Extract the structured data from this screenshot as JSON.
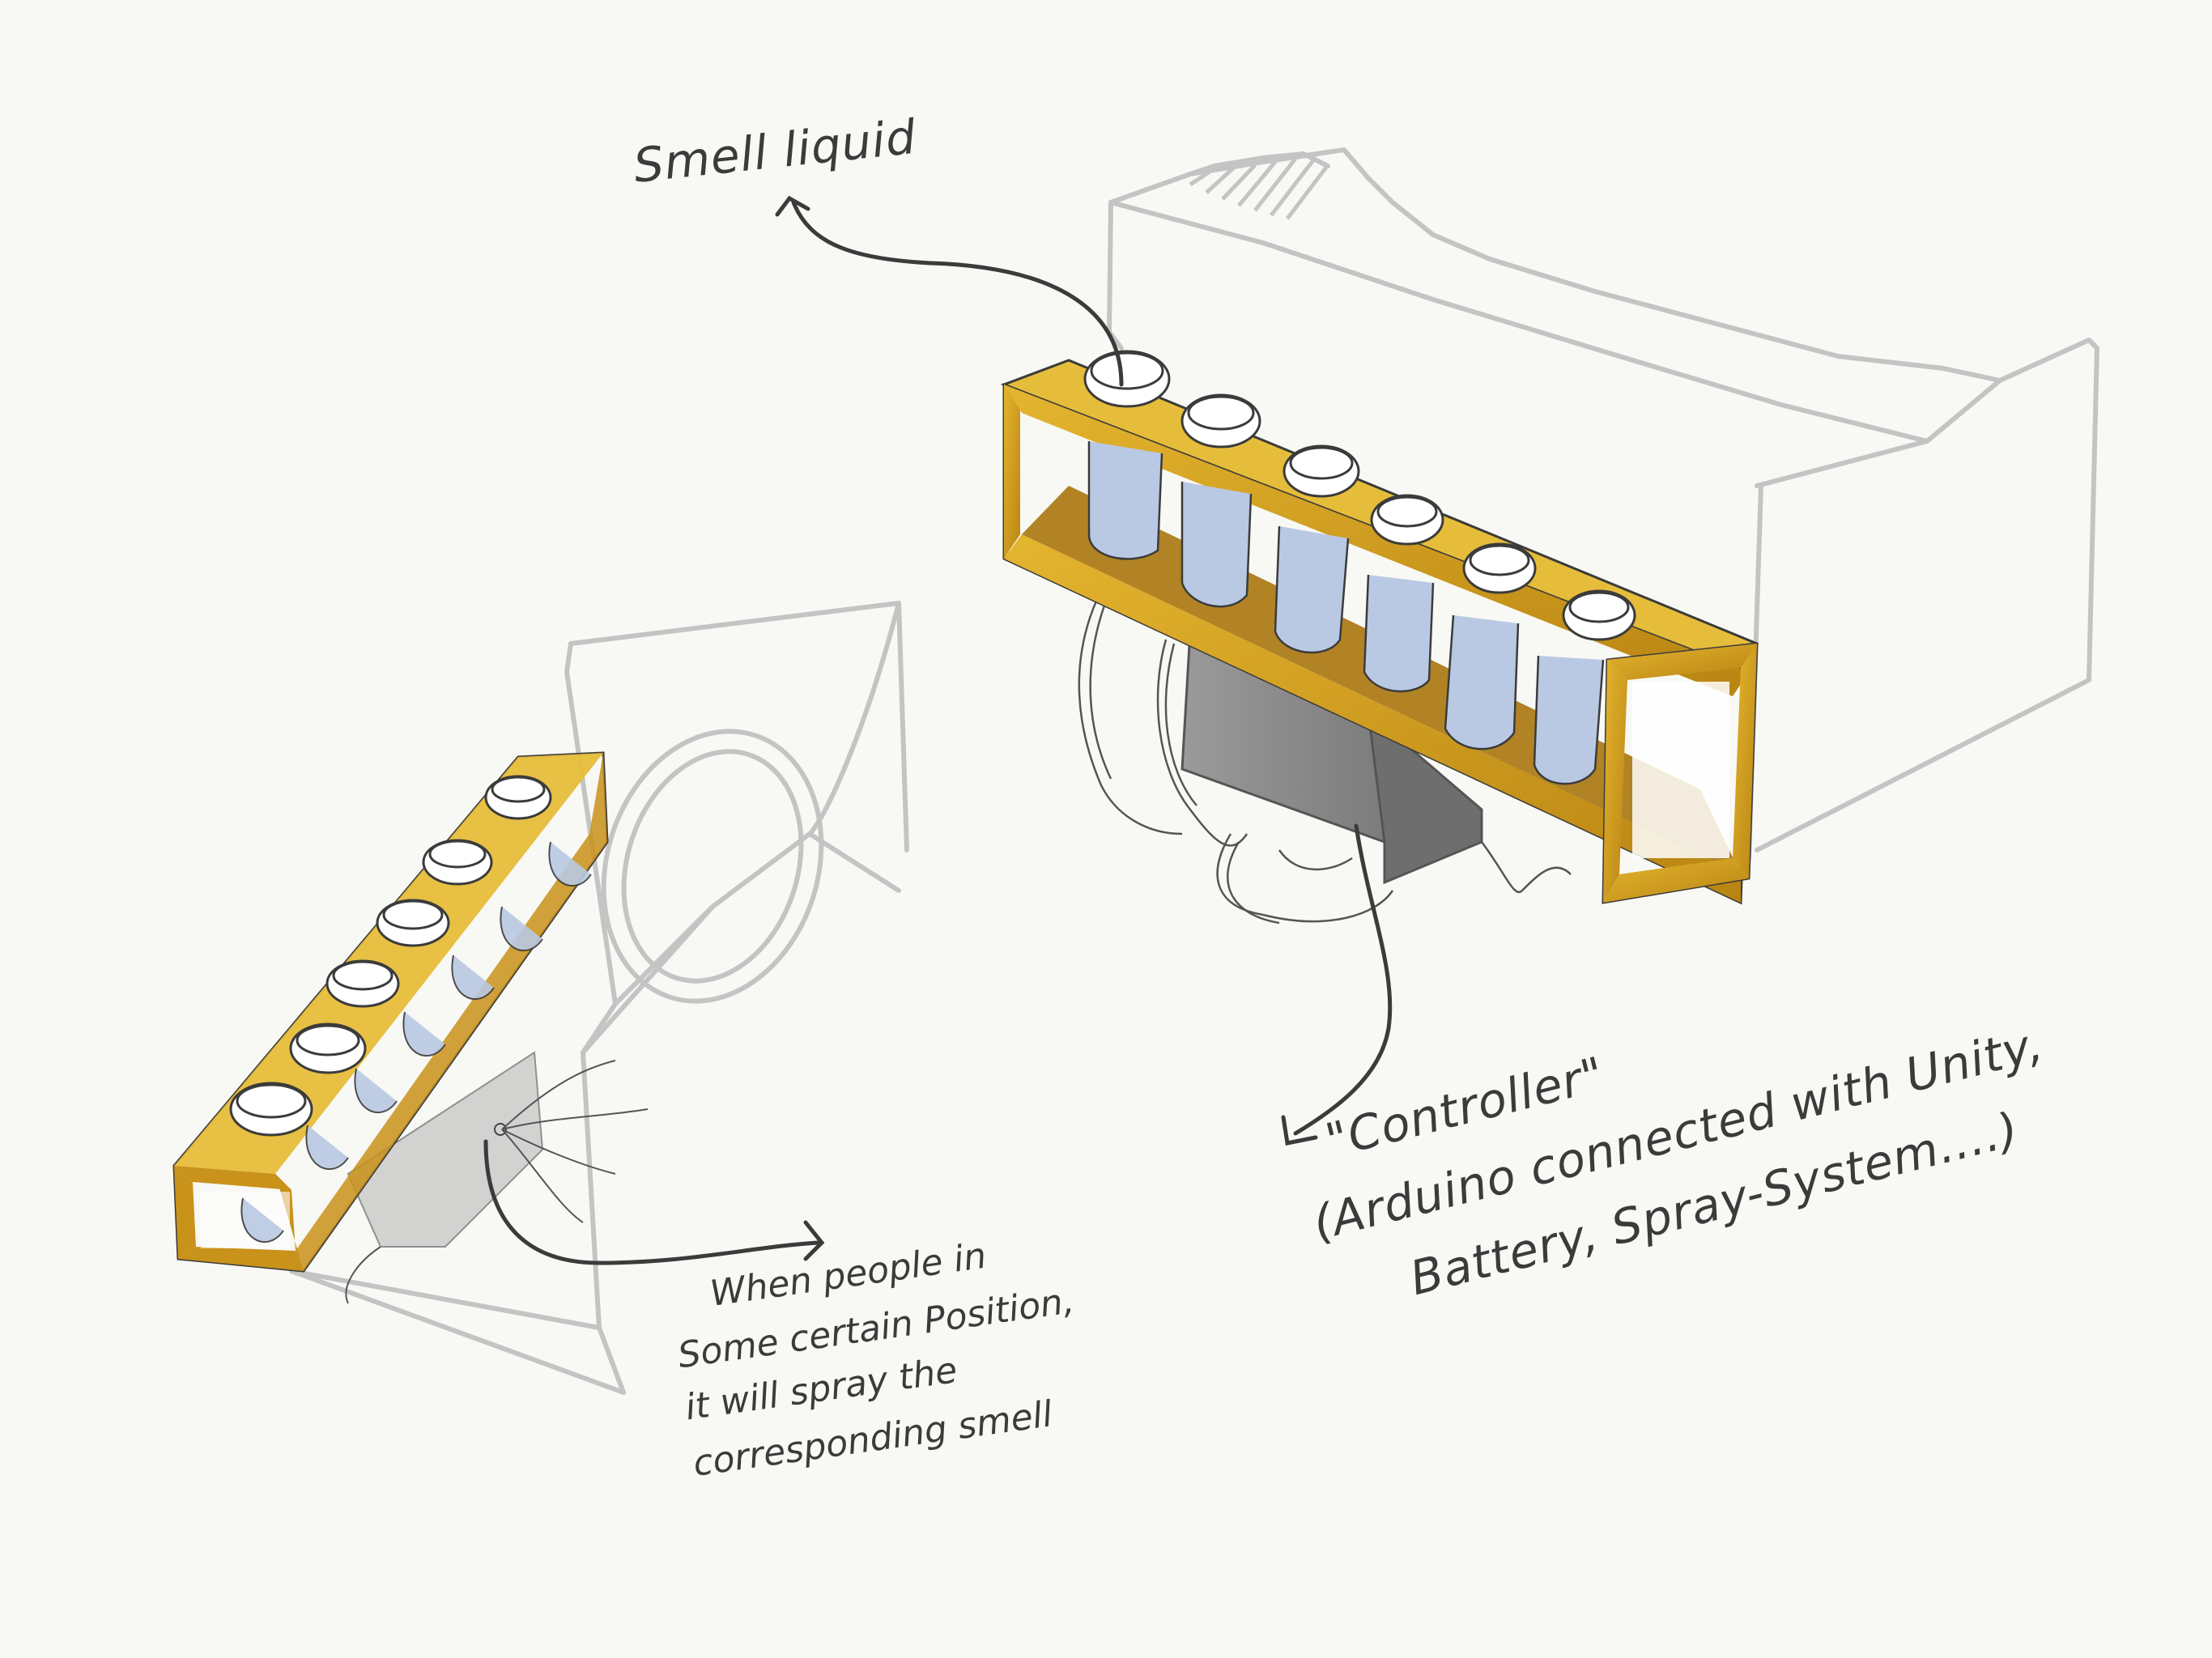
{
  "annotations": {
    "smell_liquid": "Smell liquid",
    "controller": {
      "line1": "\"Controller\"",
      "line2": "(Arduino connected with Unity,",
      "line3": "Battery, Spray-System....)"
    },
    "spray_note": {
      "line1": "When people in",
      "line2": "Some certain Position,",
      "line3": "it will spray the",
      "line4": "corresponding smell"
    }
  },
  "colors": {
    "background": "#f8f8f5",
    "rack_frame": "#c9921a",
    "rack_light": "#e8c447",
    "liquid": "#b9c9e3",
    "headset": "#c8c8c8",
    "controller_box": "#8e8e8e",
    "ink": "#3b3b3b"
  }
}
